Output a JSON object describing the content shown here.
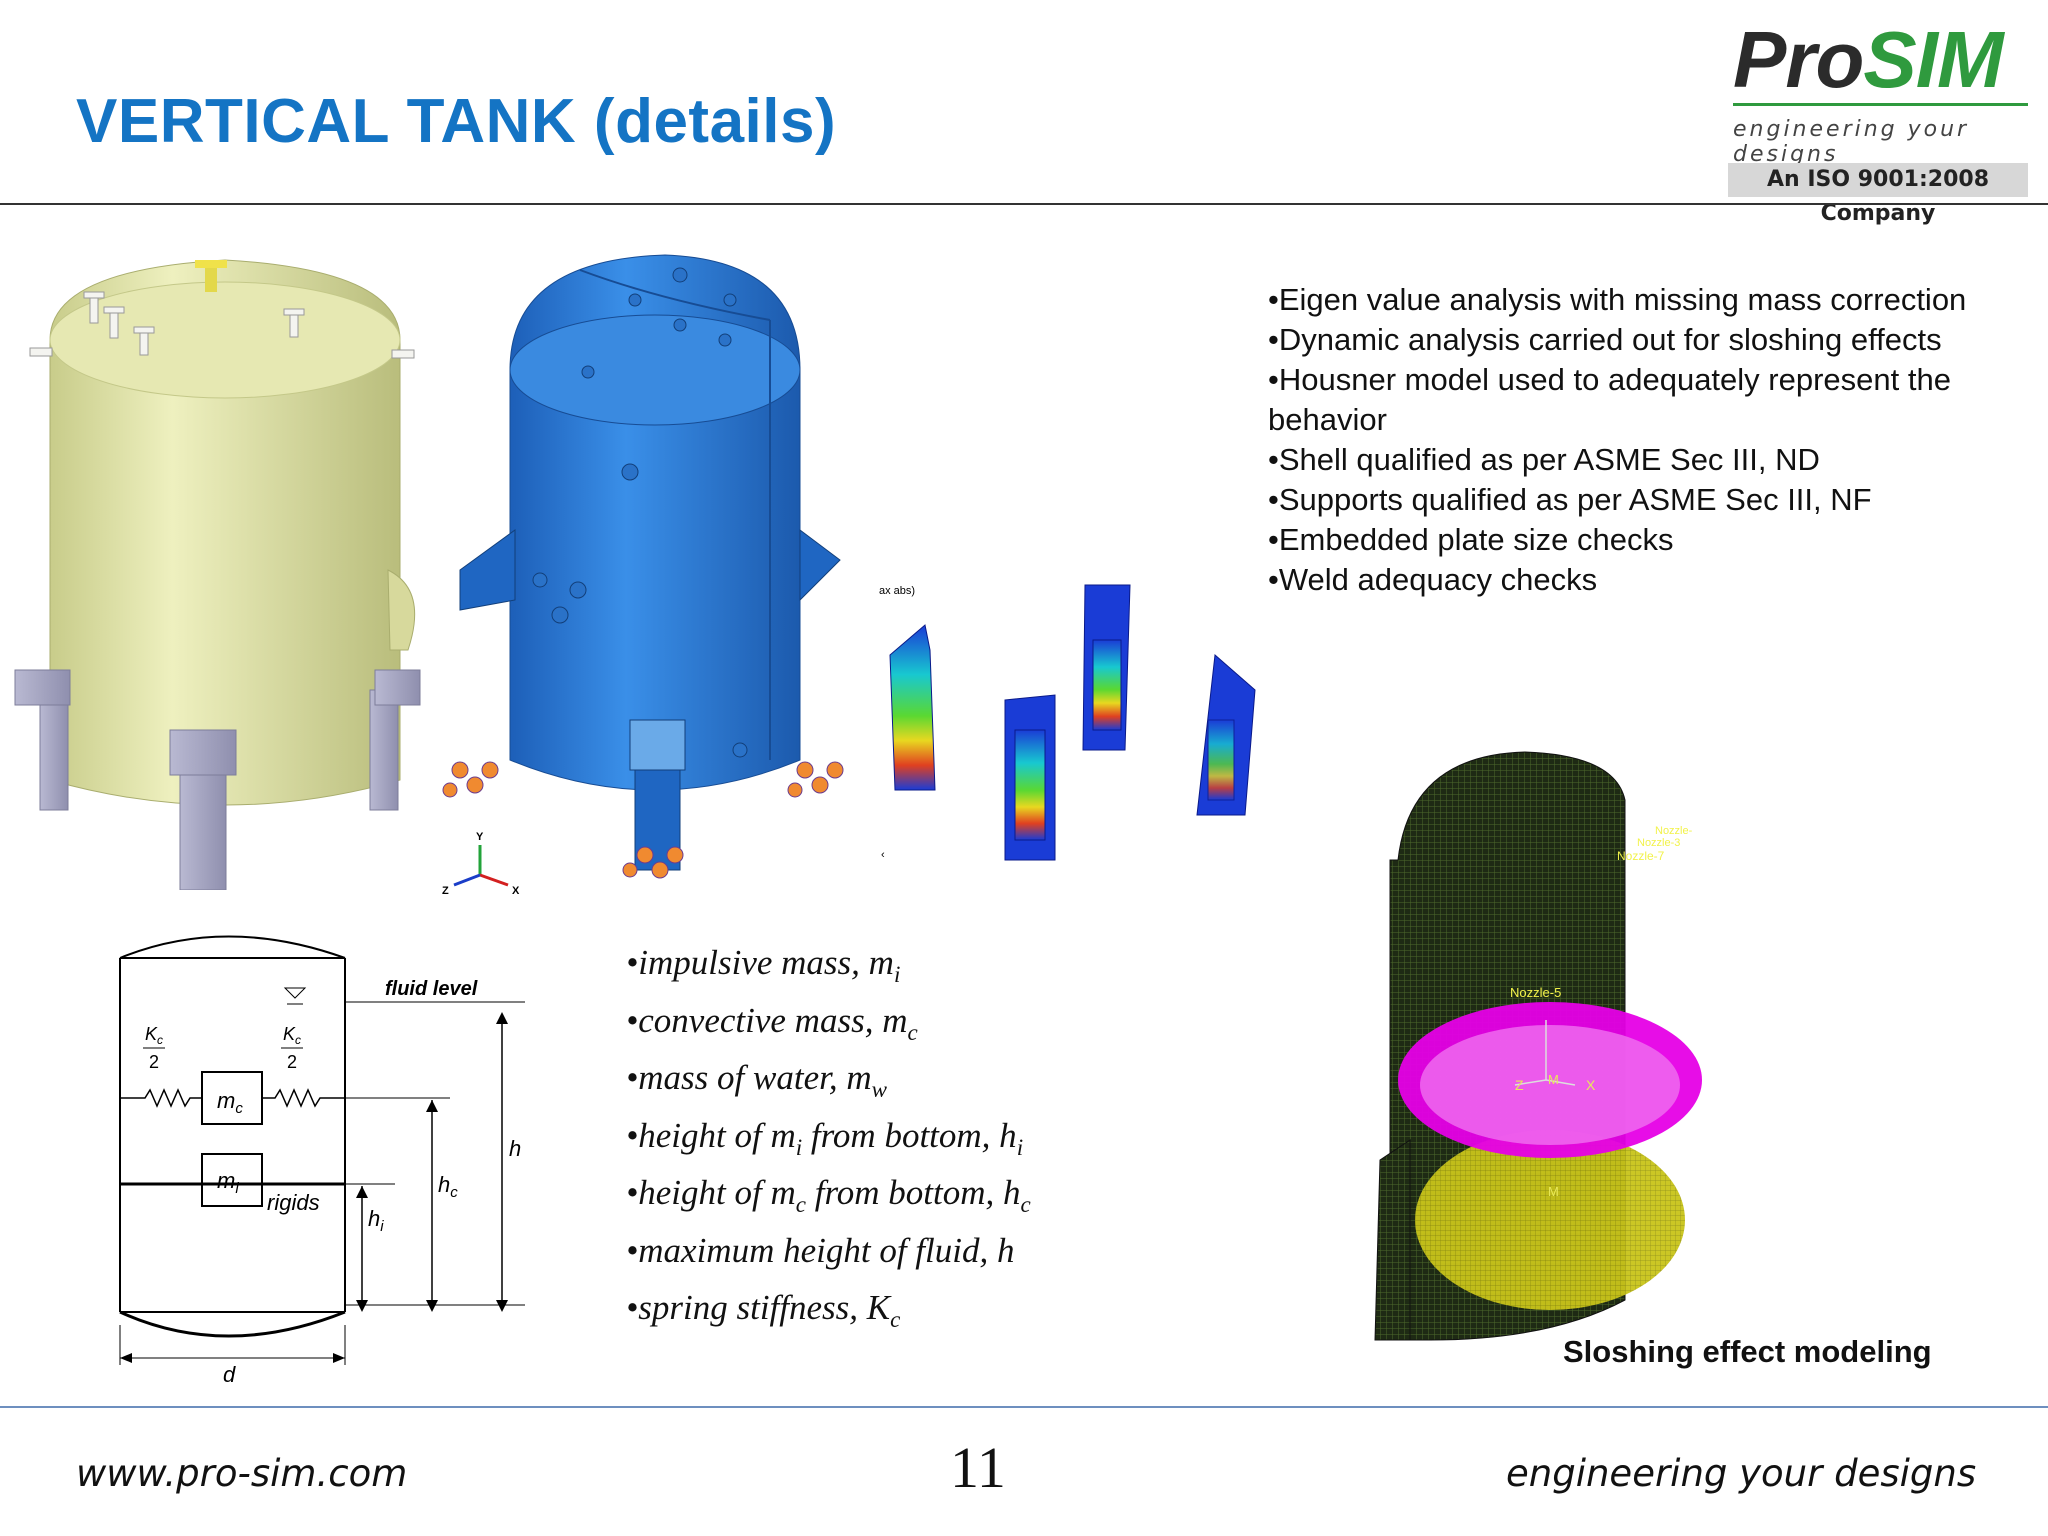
{
  "title": "VERTICAL TANK (details)",
  "logo": {
    "brand_pro": "Pro",
    "brand_sim": "SIM",
    "tagline": "engineering your designs",
    "iso": "An ISO 9001:2008 Company",
    "colors": {
      "pro": "#2b2b2b",
      "sim": "#2f9a3e"
    }
  },
  "title_color": "#1474c4",
  "analysis_points": [
    "•Eigen value analysis with missing mass correction",
    "•Dynamic analysis carried out for sloshing effects",
    "•Housner model  used to adequately represent the behavior",
    "•Shell qualified as per ASME Sec III, ND",
    "•Supports qualified as per ASME Sec III, NF",
    "•Embedded plate size checks",
    "•Weld adequacy checks"
  ],
  "housner_terms": [
    {
      "bullet": "•",
      "text": "impulsive mass, m",
      "sub": "i",
      "tail": "",
      "sub2": ""
    },
    {
      "bullet": "•",
      "text": "convective mass, m",
      "sub": "c",
      "tail": "",
      "sub2": ""
    },
    {
      "bullet": "•",
      "text": "mass of water, m",
      "sub": "w",
      "tail": "",
      "sub2": ""
    },
    {
      "bullet": "•",
      "text": "height of m",
      "sub": "i",
      "tail": " from bottom, h",
      "sub2": "i"
    },
    {
      "bullet": "•",
      "text": "height of m",
      "sub": "c",
      "tail": " from bottom, h",
      "sub2": "c"
    },
    {
      "bullet": "•",
      "text": "maximum height of fluid, h",
      "sub": "",
      "tail": "",
      "sub2": ""
    },
    {
      "bullet": "•",
      "text": "spring stiffness, K",
      "sub": "c",
      "tail": "",
      "sub2": ""
    }
  ],
  "diagram": {
    "fluid_level": "fluid level",
    "kc": "K",
    "kc_sub": "c",
    "two": "2",
    "mc": "m",
    "mc_sub": "c",
    "mi": "m",
    "mi_sub": "i",
    "rigids": "rigids",
    "h": "h",
    "hc": "h",
    "hc_sub": "c",
    "hi": "h",
    "hi_sub": "i",
    "d": "d"
  },
  "fea_labels": {
    "axis_y": "Y",
    "axis_x": "X",
    "axis_z": "Z",
    "legend_abs": "ax abs)",
    "nozzle_5": "Nozzle-5",
    "nozzle_7": "Nozzle-7",
    "nozzle_3": "Nozzle-3",
    "nozzle_x": "Nozzle-",
    "mesh_x": "X",
    "mesh_z": "Z",
    "mesh_m": "M"
  },
  "sloshing_caption": "Sloshing effect modeling",
  "footer": {
    "url": "www.pro-sim.com",
    "page": "11",
    "tagline": "engineering your designs"
  }
}
